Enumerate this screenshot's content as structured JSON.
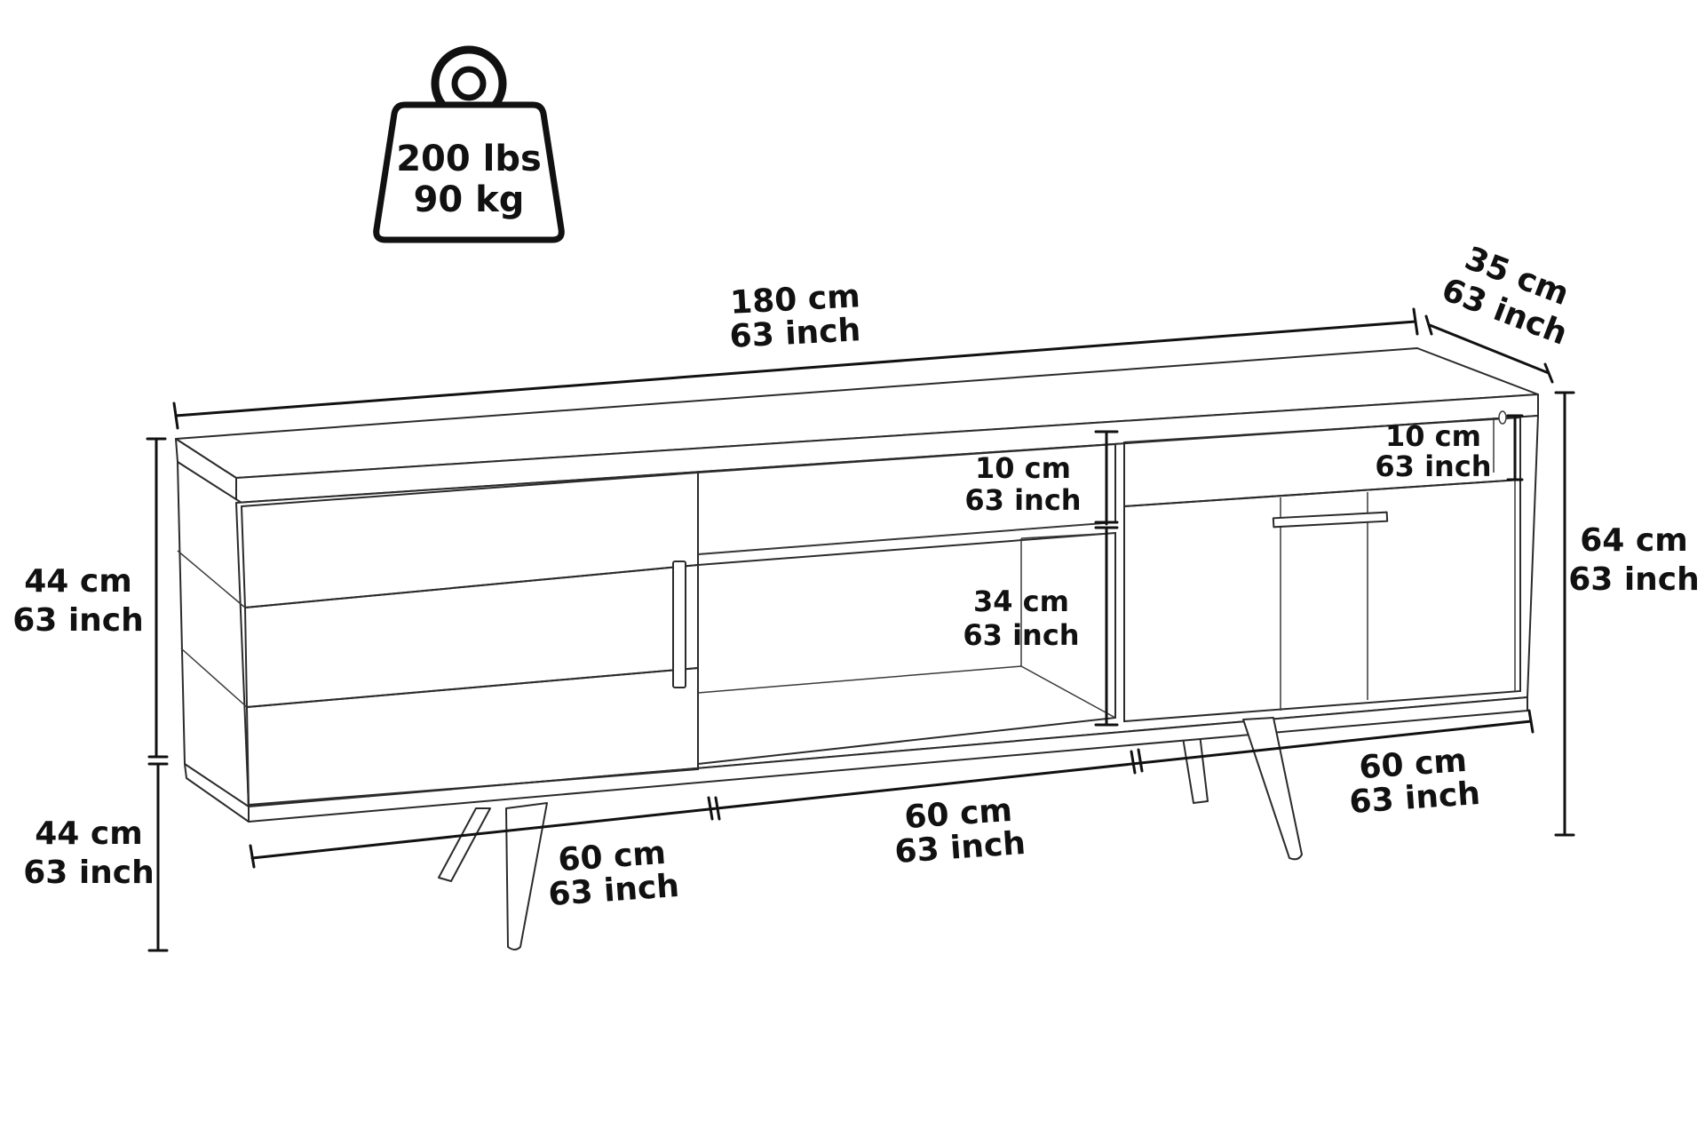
{
  "weight": {
    "icon": "weight-icon",
    "lbs": "200 lbs",
    "kg": "90 kg"
  },
  "dimensions": {
    "width": {
      "cm": "180 cm",
      "inch": "63 inch"
    },
    "depth": {
      "cm": "35 cm",
      "inch": "63 inch"
    },
    "total_height": {
      "cm": "64 cm",
      "inch": "63 inch"
    },
    "body_height": {
      "cm": "44 cm",
      "inch": "63 inch"
    },
    "leg_height": {
      "cm": "44 cm",
      "inch": "63 inch"
    },
    "top_shelf_center": {
      "cm": "10 cm",
      "inch": "63 inch"
    },
    "top_shelf_right": {
      "cm": "10 cm",
      "inch": "63 inch"
    },
    "open_shelf": {
      "cm": "34 cm",
      "inch": "63 inch"
    },
    "section_left": {
      "cm": "60 cm",
      "inch": "63 inch"
    },
    "section_middle": {
      "cm": "60 cm",
      "inch": "63 inch"
    },
    "section_right": {
      "cm": "60 cm",
      "inch": "63 inch"
    }
  }
}
